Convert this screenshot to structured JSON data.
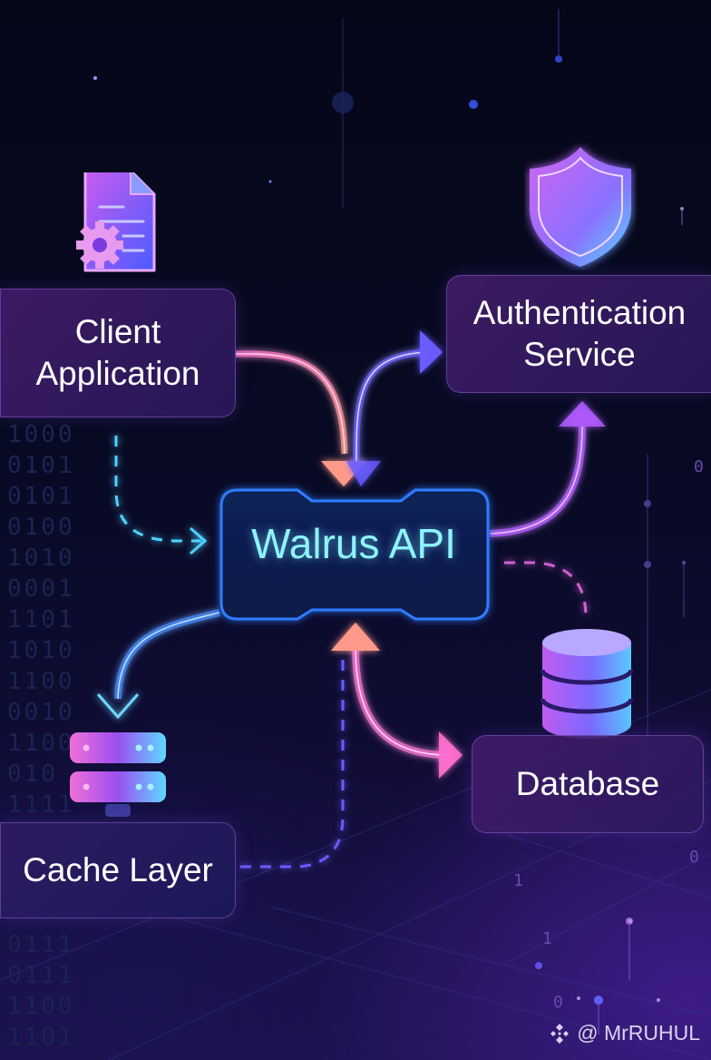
{
  "nodes": {
    "client": {
      "line1": "Client",
      "line2": "Application",
      "icon": "document-gear-icon"
    },
    "auth": {
      "line1": "Authentication",
      "line2": "Service",
      "icon": "shield-icon"
    },
    "api": {
      "label": "Walrus API"
    },
    "database": {
      "label": "Database",
      "icon": "database-icon"
    },
    "cache": {
      "label": "Cache Layer",
      "icon": "server-icon"
    }
  },
  "background": {
    "binary_left": [
      "1000",
      "0101",
      "0101",
      "0100",
      "1010",
      "0001",
      "1101",
      "1010",
      "1100",
      "0010",
      "1100",
      "010",
      "1111"
    ],
    "binary_bottom": [
      "0111",
      "0111",
      "1100",
      "1101"
    ],
    "scatter_digits": [
      "0",
      "1",
      "1",
      "0",
      "0"
    ]
  },
  "watermark": {
    "text": "@ MrRUHUL",
    "icon": "binance-logo-icon"
  },
  "colors": {
    "api_border": "#2f7bff",
    "api_text": "#8ff3ff",
    "pink_arrow": "#ff8fb0",
    "violet_arrow": "#6a5cff",
    "purple_arrow": "#b25cff",
    "cyan_dash": "#4fd2ff",
    "blue_arrow": "#3f8cff"
  }
}
